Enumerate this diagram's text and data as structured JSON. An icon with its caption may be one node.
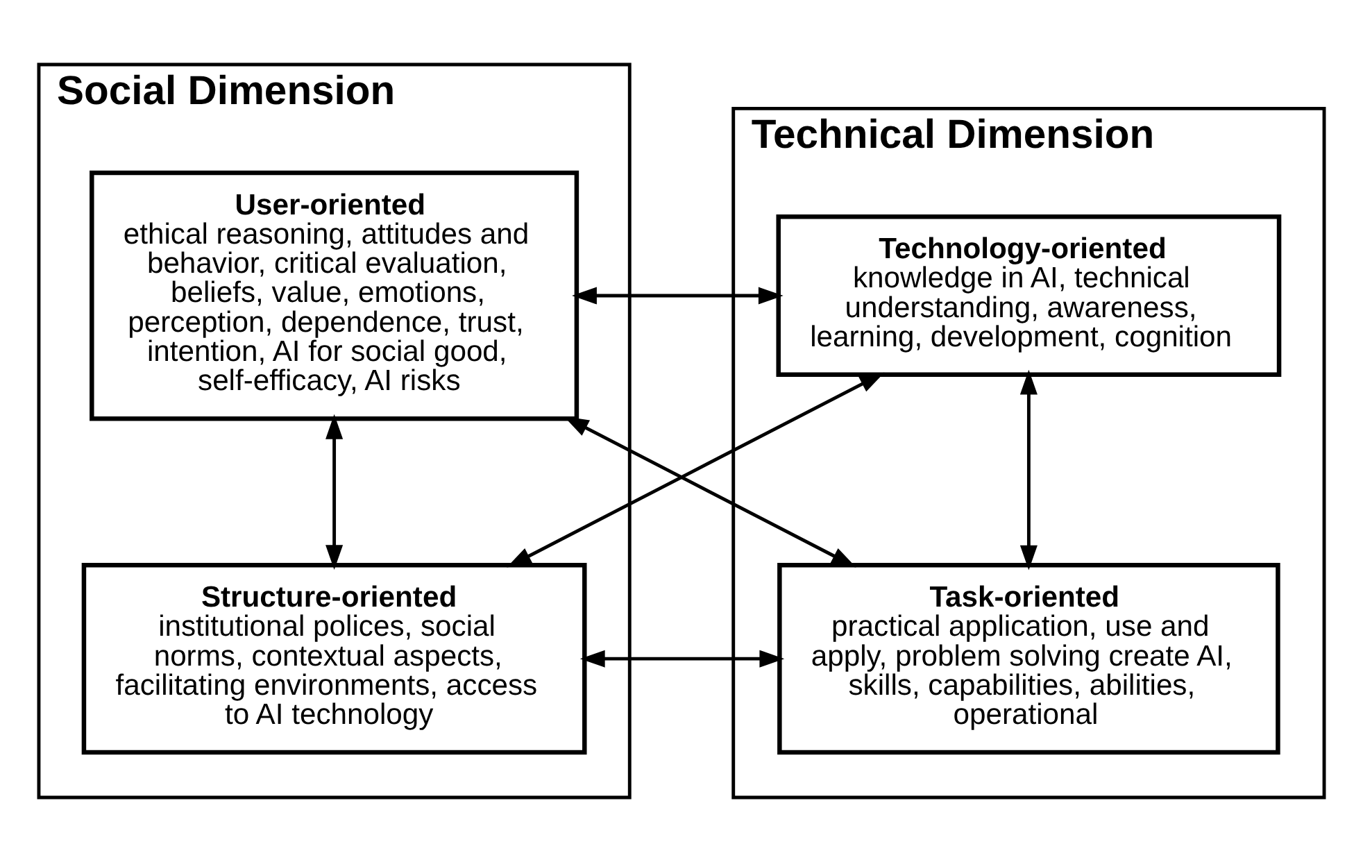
{
  "diagram": {
    "nodes": [
      {
        "text": [
          "Social Dimension"
        ]
      },
      {
        "text": [
          "Technical Dimension"
        ]
      },
      {
        "text": [
          "User-oriented",
          "ethical reasoning, attitudes and behavior, critical evaluation, beliefs, value, emotions, perception, dependence, trust, intention, AI for social good, self-efficacy, AI risks"
        ],
        "in": 0
      },
      {
        "text": [
          "Technology-oriented",
          "knowledge in AI, technical understanding, awareness, learning, development, cognition"
        ],
        "in": 1
      },
      {
        "text": [
          "Structure-oriented",
          "institutional polices, social norms, contextual aspects, facilitating environments, access to AI technology"
        ],
        "in": 0
      },
      {
        "text": [
          "Task-oriented",
          "practical application, use and apply, problem solving create AI, skills, capabilities, abilities, operational"
        ],
        "in": 1
      }
    ],
    "edges": [
      {
        "from": 2,
        "to": 3,
        "arrow": "both"
      },
      {
        "from": 2,
        "to": 4,
        "arrow": "both"
      },
      {
        "from": 3,
        "to": 5,
        "arrow": "both"
      },
      {
        "from": 2,
        "to": 5,
        "arrow": "both"
      },
      {
        "from": 3,
        "to": 4,
        "arrow": "both"
      },
      {
        "from": 4,
        "to": 5,
        "arrow": "both"
      }
    ]
  }
}
